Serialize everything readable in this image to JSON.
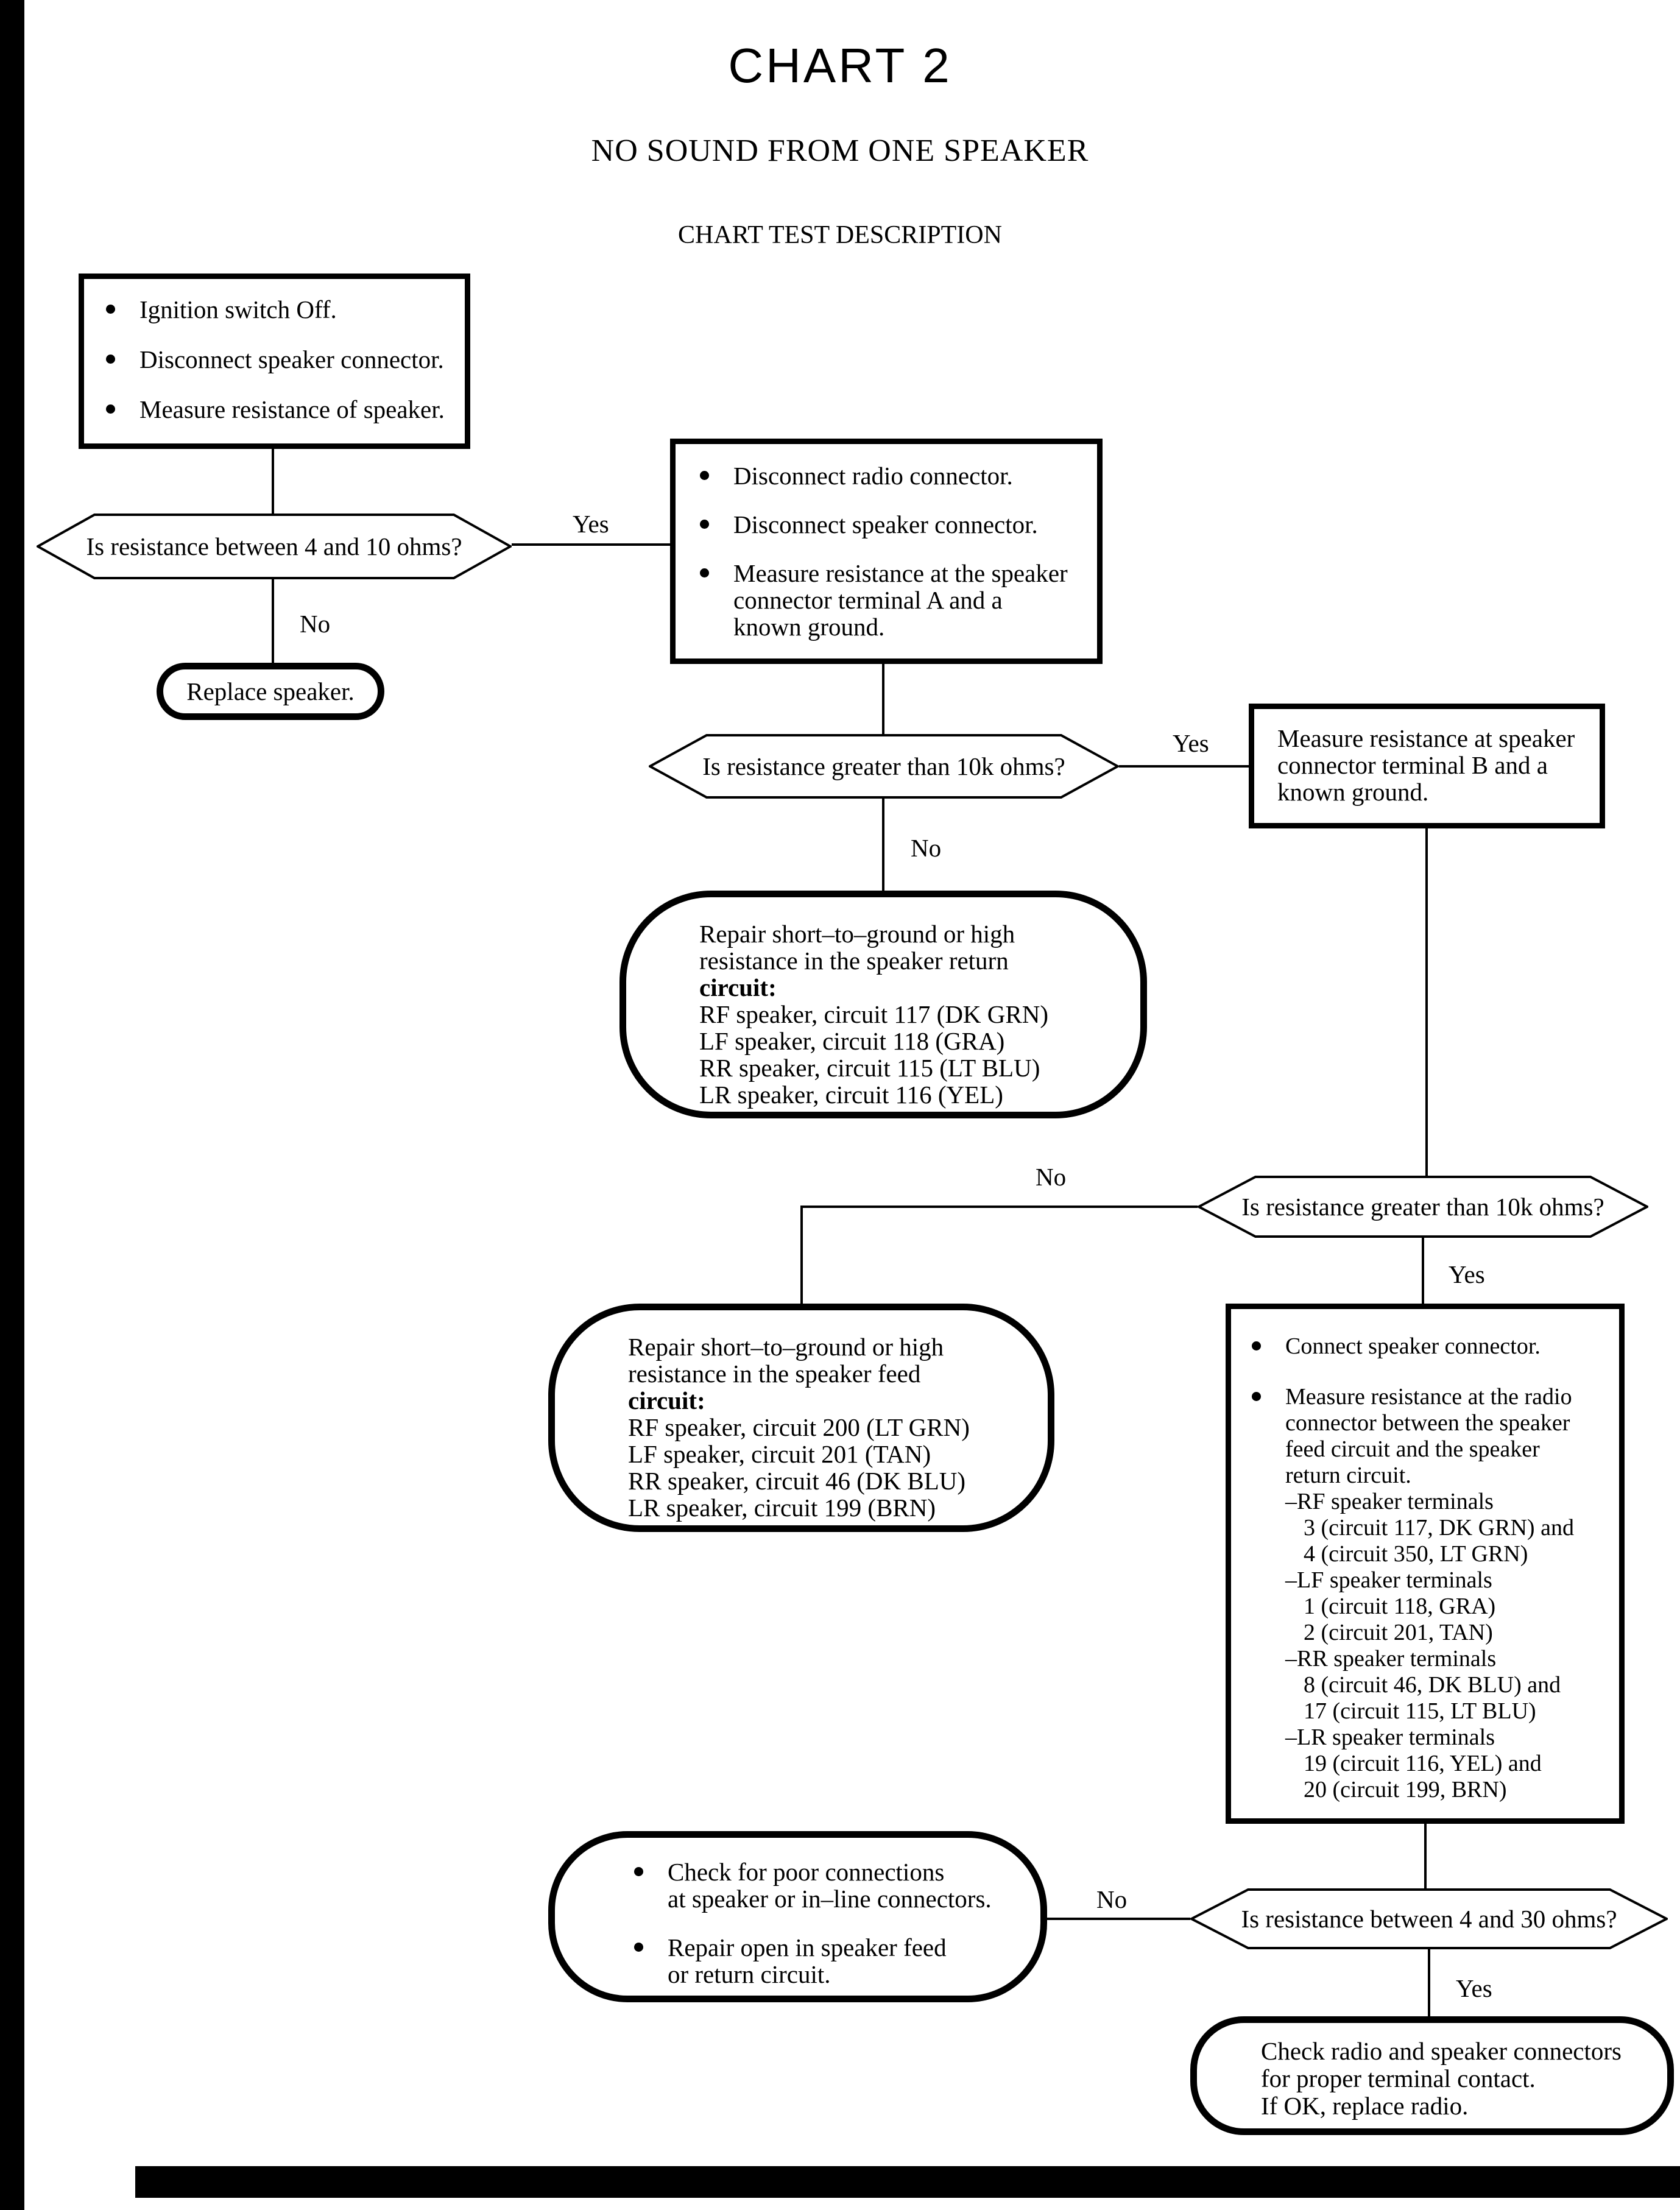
{
  "page": {
    "title": "CHART 2",
    "subtitle": "NO SOUND FROM ONE SPEAKER",
    "heading": "CHART TEST DESCRIPTION"
  },
  "labels": {
    "yes": "Yes",
    "no": "No"
  },
  "nodes": {
    "start": {
      "items": [
        "Ignition switch Off.",
        "Disconnect speaker connector.",
        "Measure resistance of speaker."
      ]
    },
    "d1": {
      "q": "Is resistance between 4 and 10 ohms?"
    },
    "replace_speaker": {
      "text": "Replace speaker."
    },
    "radio_disconnect": {
      "item1": "Disconnect radio connector.",
      "item2": "Disconnect speaker connector.",
      "item3_lines": [
        "Measure resistance at the speaker",
        "connector terminal A and a",
        "known ground."
      ]
    },
    "d2": {
      "q": "Is resistance greater than 10k ohms?"
    },
    "terminal_b": {
      "lines": [
        "Measure resistance at speaker",
        "connector terminal B and a",
        "known ground."
      ]
    },
    "repair_return": {
      "intro_lines": [
        "Repair short–to–ground or high",
        "resistance in the speaker return"
      ],
      "bold": "circuit:",
      "circuits": [
        "RF speaker, circuit 117 (DK GRN)",
        "LF speaker, circuit 118 (GRA)",
        "RR speaker, circuit 115 (LT BLU)",
        "LR speaker, circuit 116 (YEL)"
      ]
    },
    "d3": {
      "q": "Is resistance greater than 10k ohms?"
    },
    "repair_feed": {
      "intro_lines": [
        "Repair short–to–ground or high",
        "resistance in the speaker feed"
      ],
      "bold": "circuit:",
      "circuits": [
        "RF speaker, circuit 200 (LT GRN)",
        "LF speaker, circuit 201 (TAN)",
        "RR speaker, circuit 46 (DK BLU)",
        "LR speaker, circuit 199 (BRN)"
      ]
    },
    "radio_measure": {
      "item1": "Connect speaker connector.",
      "item2_lines": [
        "Measure resistance at the radio",
        "connector between the speaker",
        "feed circuit and the speaker",
        "return circuit."
      ],
      "terminals": [
        "–RF speaker terminals",
        "3 (circuit 117, DK GRN) and",
        "4 (circuit 350, LT GRN)",
        "–LF speaker terminals",
        "1 (circuit 118, GRA)",
        "2 (circuit 201, TAN)",
        "–RR speaker terminals",
        "8 (circuit 46, DK BLU) and",
        "17 (circuit 115, LT BLU)",
        "–LR speaker terminals",
        "19 (circuit 116, YEL) and",
        "20 (circuit 199, BRN)"
      ]
    },
    "d4": {
      "q": "Is resistance between 4 and 30 ohms?"
    },
    "check_connections": {
      "item1_lines": [
        "Check for poor connections",
        "at speaker or in–line connectors."
      ],
      "item2_lines": [
        "Repair open in speaker feed",
        "or return circuit."
      ]
    },
    "final": {
      "lines": [
        "Check radio and speaker connectors",
        "for proper terminal contact.",
        "If OK, replace radio."
      ]
    }
  }
}
